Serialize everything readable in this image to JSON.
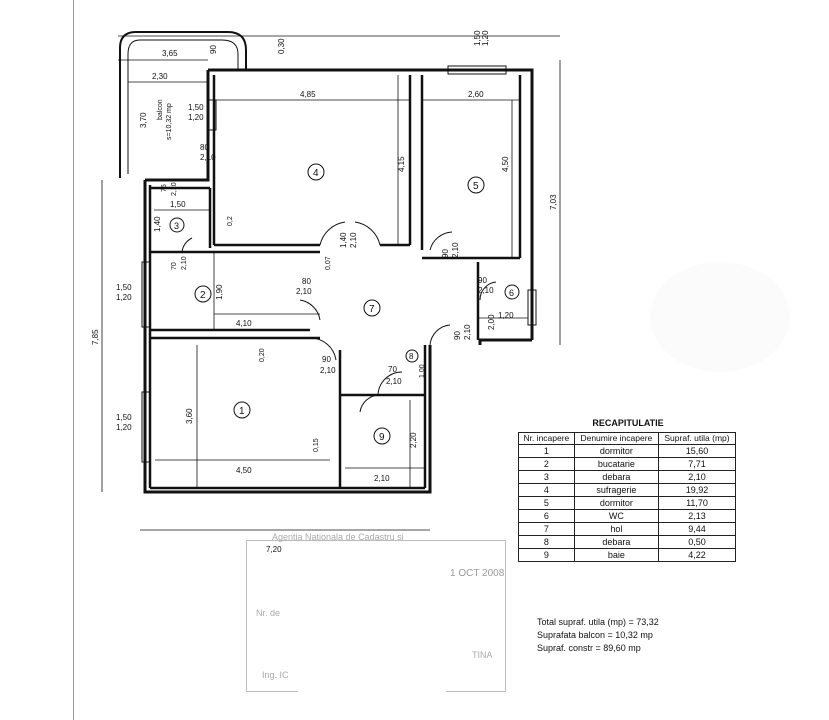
{
  "plan": {
    "top_dims": {
      "w1": "3,65",
      "w2": "90",
      "h1": "0,30",
      "s1": "1,50",
      "s2": "1,20"
    },
    "balcony": {
      "w": "2,30",
      "h": "3,70",
      "label": "balcon",
      "area": "s=10,32 mp"
    },
    "window_labels": [
      "1,50",
      "1,20"
    ],
    "doors": [
      "80",
      "2,10",
      "75",
      "2,10",
      "70",
      "2,10",
      "80",
      "2,10",
      "90",
      "2,10",
      "1,40",
      "2,10",
      "90",
      "2,10",
      "70",
      "2,10",
      "90",
      "2,10"
    ],
    "dims": {
      "r4_w": "4,85",
      "r4_h": "4,15",
      "r5_w": "2,60",
      "r5_h": "4,50",
      "r3_w": "1,50",
      "r3_h": "1,40",
      "r2_w": "4,10",
      "r2_h": "1,90",
      "r1_w": "4,50",
      "r1_h": "3,60",
      "r9_w": "2,10",
      "r9_h": "2,20",
      "r6_w": "1,20",
      "r6_h": "2,00",
      "total_w": "7,20",
      "total_h": "7,85",
      "right_h": "7,03",
      "misc": [
        "0,2",
        "0,07",
        "0,20",
        "0,15",
        "1,00"
      ]
    },
    "room_numbers": [
      "1",
      "2",
      "3",
      "4",
      "5",
      "6",
      "7",
      "8",
      "9"
    ]
  },
  "recap": {
    "title": "RECAPITULATIE",
    "headers": [
      "Nr. incapere",
      "Denumire incapere",
      "Supraf. utila (mp)"
    ],
    "rows": [
      {
        "nr": "1",
        "name": "dormitor",
        "area": "15,60"
      },
      {
        "nr": "2",
        "name": "bucatarie",
        "area": "7,71"
      },
      {
        "nr": "3",
        "name": "debara",
        "area": "2,10"
      },
      {
        "nr": "4",
        "name": "sufragerie",
        "area": "19,92"
      },
      {
        "nr": "5",
        "name": "dormitor",
        "area": "11,70"
      },
      {
        "nr": "6",
        "name": "WC",
        "area": "2,13"
      },
      {
        "nr": "7",
        "name": "hol",
        "area": "9,44"
      },
      {
        "nr": "8",
        "name": "debara",
        "area": "0,50"
      },
      {
        "nr": "9",
        "name": "baie",
        "area": "4,22"
      }
    ],
    "totals": [
      "Total supraf. utila (mp) = 73,32",
      "Suprafata balcon = 10,32 mp",
      "Supraf. constr = 89,60 mp"
    ]
  },
  "stamp": {
    "line1": "Agentia Nationala de Cadastru si",
    "line2": "Nr. de",
    "line3": "Ing. IC",
    "date": "1 OCT 2008",
    "suffix": "TINA"
  }
}
